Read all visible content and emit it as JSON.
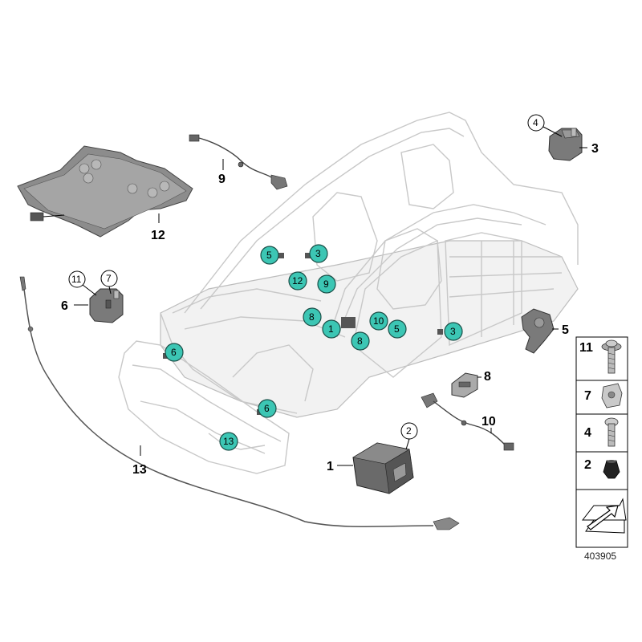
{
  "callouts": {
    "c1": "1",
    "c2": "2",
    "c3": "3",
    "c4": "4",
    "c5": "5",
    "c6": "6",
    "c7": "7",
    "c8": "8",
    "c9": "9",
    "c10": "10",
    "c11": "11",
    "c12": "12",
    "c13": "13"
  },
  "teal_markers": {
    "m5a": "5",
    "m3a": "3",
    "m12": "12",
    "m9": "9",
    "m8a": "8",
    "m1": "1",
    "m8b": "8",
    "m10": "10",
    "m5b": "5",
    "m3b": "3",
    "m6a": "6",
    "m6b": "6",
    "m13": "13"
  },
  "legend_table": {
    "rows": [
      "11",
      "7",
      "4",
      "2"
    ]
  },
  "diagram_code": "403905",
  "colors": {
    "marker_fill": "#3cc6b4",
    "marker_stroke": "#1b4f48",
    "part_dark": "#6e6e6e",
    "body_outline": "#c8c8c8"
  }
}
